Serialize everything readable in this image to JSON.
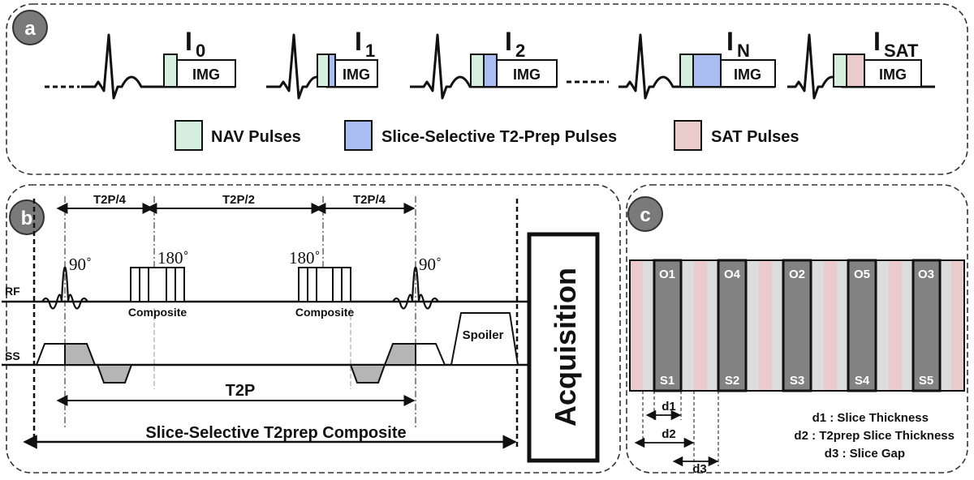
{
  "colors": {
    "nav": "#d6eedd",
    "t2prep": "#a9bdf0",
    "sat": "#e9cbcb",
    "slice_dark": "#828282",
    "slice_light": "#dcdcdc",
    "badge": "#7a7a7a",
    "gray_lobe": "#b5b5b5",
    "ink": "#111111"
  },
  "panel_a": {
    "badge": "a",
    "images": [
      {
        "base": "I",
        "sub": "0",
        "block": "IMG"
      },
      {
        "base": "I",
        "sub": "1",
        "block": "IMG"
      },
      {
        "base": "I",
        "sub": "2",
        "block": "IMG"
      },
      {
        "base": "I",
        "sub": "N",
        "block": "IMG"
      },
      {
        "base": "I",
        "sub": "SAT",
        "block": "IMG"
      }
    ],
    "legend": [
      {
        "label": "NAV Pulses",
        "swatch": "nav"
      },
      {
        "label": "Slice-Selective T2-Prep Pulses",
        "swatch": "t2prep"
      },
      {
        "label": "SAT Pulses",
        "swatch": "sat"
      }
    ]
  },
  "panel_b": {
    "badge": "b",
    "interval_top": [
      "T2P/4",
      "T2P/2",
      "T2P/4"
    ],
    "flip_angles": [
      "90˚",
      "180˚",
      "180˚",
      "90˚"
    ],
    "composite_labels": [
      "Composite",
      "Composite"
    ],
    "row_labels": [
      "RF",
      "SS"
    ],
    "spoiler": "Spoiler",
    "t2p": "T2P",
    "composite_title": "Slice-Selective T2prep Composite",
    "acquisition": "Acquisition"
  },
  "panel_c": {
    "badge": "c",
    "top_labels": [
      "O1",
      "O4",
      "O2",
      "O5",
      "O3"
    ],
    "bottom_labels": [
      "S1",
      "S2",
      "S3",
      "S4",
      "S5"
    ],
    "dims": [
      "d1",
      "d2",
      "d3"
    ],
    "definitions": [
      "d1 : Slice Thickness",
      "d2 : T2prep Slice Thickness",
      "d3 : Slice Gap"
    ]
  }
}
